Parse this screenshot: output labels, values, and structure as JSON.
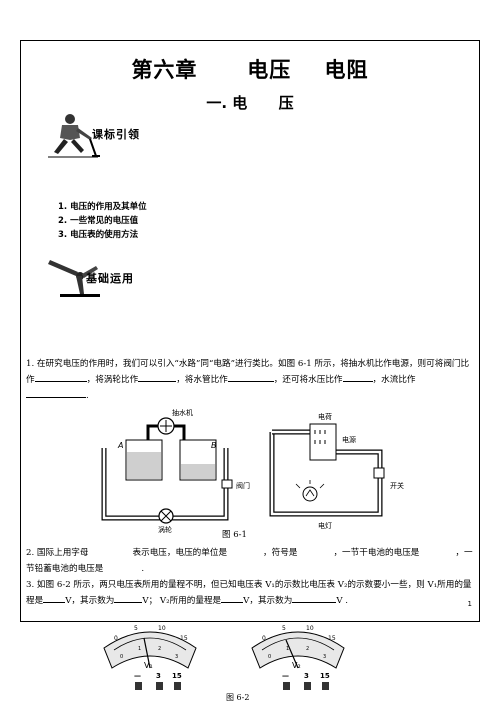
{
  "chapter_title": "第六章      电压    电阻",
  "section_title": "一. 电      压",
  "banner1": "课标引领",
  "banner2": "基础运用",
  "objectives": [
    "1. 电压的作用及其单位",
    "2. 一些常见的电压值",
    "3. 电压表的使用方法"
  ],
  "q1": {
    "t1": "1. 在研究电压的作用时，我们可以引入“水路”同“电路”进行类比。如图 6-1 所示，将抽水机比作电源，则可将阀门比作",
    "t2": "，将涡轮比作",
    "t3": "，将水管比作",
    "t4": "，还可将水压比作",
    "t5": "，水流比作",
    "t6": "."
  },
  "fig1": {
    "pump": "抽水机",
    "a": "A",
    "b": "B",
    "valve": "阀门",
    "turbine": "涡轮",
    "charge": "电荷",
    "source": "电源",
    "switch": "开关",
    "lamp": "电灯",
    "caption": "图 6-1"
  },
  "q2": {
    "t1": "2.   国际上用字母",
    "t2": "表示电压，电压的单位是",
    "t3": "，符号是",
    "t4": "，一节干电池的电压是",
    "t5": "，一节铅蓄电池的电压是",
    "t6": "."
  },
  "q3": {
    "t1": "3. 如图 6-2 所示，两只电压表所用的量程不明，但已知电压表 V₁的示数比电压表 V₂的示数要小一些，则 V₁所用的量程是",
    "t2": "V，其示数为",
    "t3": "V； V₂所用的量程是",
    "t4": "V，其示数为",
    "t5": "V ."
  },
  "fig2": {
    "meter1": "V₁",
    "meter2": "V₂",
    "upper_ticks": [
      "0",
      "5",
      "10",
      "15"
    ],
    "lower_ticks": [
      "0",
      "1",
      "2",
      "3"
    ],
    "terminals": [
      "—",
      "3",
      "15"
    ],
    "caption": "图 6-2"
  },
  "page_number": "1"
}
